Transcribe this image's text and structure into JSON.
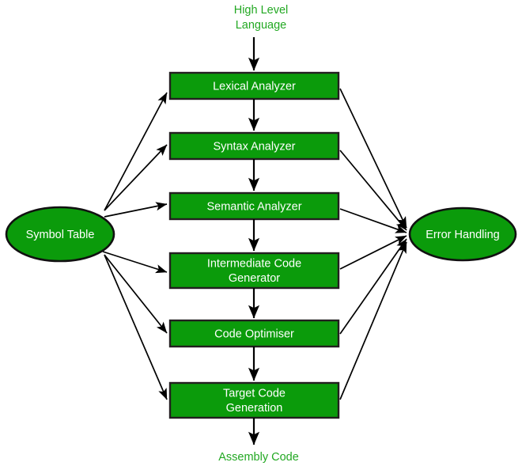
{
  "diagram": {
    "title_top": "High Level Language",
    "title_bottom": "Assembly Code",
    "colors": {
      "node_fill": "#0b9b0b",
      "node_border": "#231f20",
      "node_text": "#ffffff",
      "io_text": "#22a822",
      "arrow": "#000000",
      "background": "#ffffff"
    },
    "input_label": {
      "line1": "High Level",
      "line2": "Language"
    },
    "output_label": {
      "line1": "Assembly Code"
    },
    "phases": [
      {
        "id": "lexical-analyzer",
        "line1": "Lexical Analyzer",
        "line2": ""
      },
      {
        "id": "syntax-analyzer",
        "line1": "Syntax Analyzer",
        "line2": ""
      },
      {
        "id": "semantic-analyzer",
        "line1": "Semantic Analyzer",
        "line2": ""
      },
      {
        "id": "intermediate-code-generator",
        "line1": "Intermediate Code",
        "line2": "Generator"
      },
      {
        "id": "code-optimiser",
        "line1": "Code Optimiser",
        "line2": ""
      },
      {
        "id": "target-code-generation",
        "line1": "Target Code",
        "line2": "Generation"
      }
    ],
    "side_nodes": {
      "left": {
        "id": "symbol-table",
        "label": "Symbol Table"
      },
      "right": {
        "id": "error-handling",
        "label": "Error Handling"
      }
    }
  }
}
